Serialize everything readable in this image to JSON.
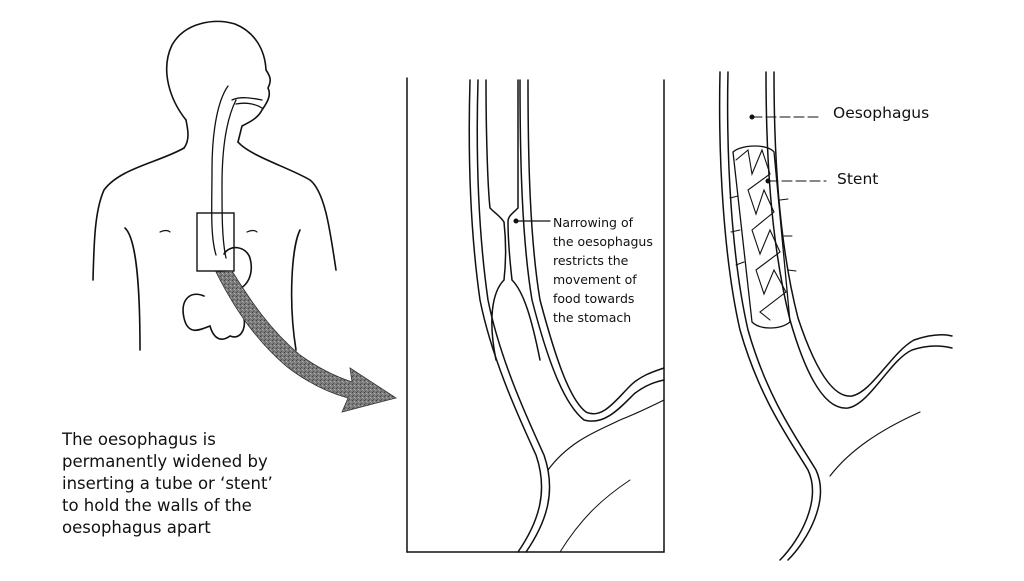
{
  "figure": {
    "caption_lines": [
      "The oesophagus is",
      "permanently widened by",
      "inserting a tube or ‘stent’",
      "to hold the walls of the",
      "oesophagus apart"
    ],
    "panels": {
      "body": {
        "label": "Human upper body with oesophagus and stomach; highlighted box over lower oesophagus"
      },
      "narrowing": {
        "note_lines": [
          "Narrowing of",
          "the oesophagus",
          "restricts the",
          "movement of",
          "food towards",
          "the stomach"
        ]
      },
      "stent": {
        "labels": {
          "oesophagus": "Oesophagus",
          "stent": "Stent"
        }
      }
    },
    "colors": {
      "line": "#111111",
      "arrow_fill": "#6f6f6f",
      "background": "#ffffff"
    }
  }
}
